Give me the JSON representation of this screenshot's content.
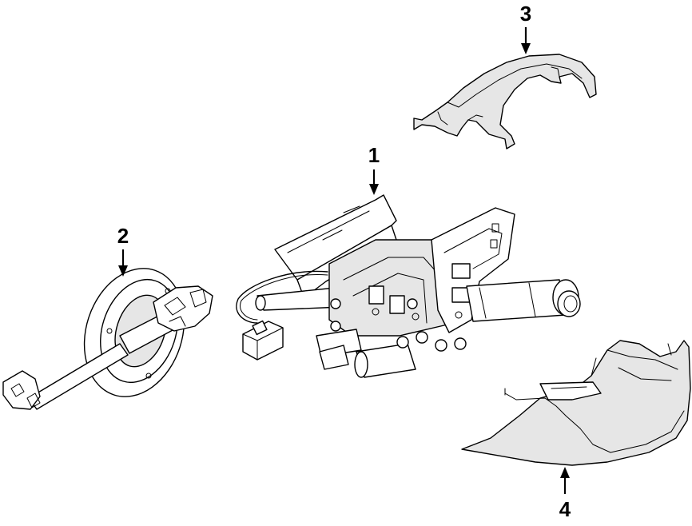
{
  "callouts": [
    {
      "id": "1",
      "label": "1"
    },
    {
      "id": "2",
      "label": "2"
    },
    {
      "id": "3",
      "label": "3"
    },
    {
      "id": "4",
      "label": "4"
    }
  ],
  "colors": {
    "line": "#000000",
    "background": "#ffffff",
    "shade": "#e6e6e6"
  }
}
